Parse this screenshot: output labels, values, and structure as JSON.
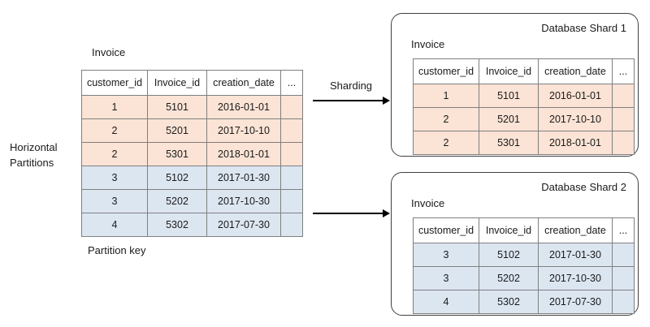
{
  "diagram": {
    "title_left_label": "Horizontal\nPartitions",
    "source": {
      "caption": "Invoice",
      "footer": "Partition key",
      "columns": [
        "customer_id",
        "Invoice_id",
        "creation_date",
        "..."
      ],
      "rows": [
        {
          "customer_id": "1",
          "invoice_id": "5101",
          "creation_date": "2016-01-01",
          "dots": "",
          "color": "peach"
        },
        {
          "customer_id": "2",
          "invoice_id": "5201",
          "creation_date": "2017-10-10",
          "dots": "",
          "color": "peach"
        },
        {
          "customer_id": "2",
          "invoice_id": "5301",
          "creation_date": "2018-01-01",
          "dots": "",
          "color": "peach"
        },
        {
          "customer_id": "3",
          "invoice_id": "5102",
          "creation_date": "2017-01-30",
          "dots": "",
          "color": "blue"
        },
        {
          "customer_id": "3",
          "invoice_id": "5202",
          "creation_date": "2017-10-30",
          "dots": "",
          "color": "blue"
        },
        {
          "customer_id": "4",
          "invoice_id": "5302",
          "creation_date": "2017-07-30",
          "dots": "",
          "color": "blue"
        }
      ]
    },
    "arrow_caption": "Sharding",
    "shards": [
      {
        "title": "Database Shard 1",
        "caption": "Invoice",
        "columns": [
          "customer_id",
          "Invoice_id",
          "creation_date",
          "..."
        ],
        "rows": [
          {
            "customer_id": "1",
            "invoice_id": "5101",
            "creation_date": "2016-01-01",
            "dots": "",
            "color": "peach"
          },
          {
            "customer_id": "2",
            "invoice_id": "5201",
            "creation_date": "2017-10-10",
            "dots": "",
            "color": "peach"
          },
          {
            "customer_id": "2",
            "invoice_id": "5301",
            "creation_date": "2018-01-01",
            "dots": "",
            "color": "peach"
          }
        ]
      },
      {
        "title": "Database Shard 2",
        "caption": "Invoice",
        "columns": [
          "customer_id",
          "Invoice_id",
          "creation_date",
          "..."
        ],
        "rows": [
          {
            "customer_id": "3",
            "invoice_id": "5102",
            "creation_date": "2017-01-30",
            "dots": "",
            "color": "blue"
          },
          {
            "customer_id": "3",
            "invoice_id": "5202",
            "creation_date": "2017-10-30",
            "dots": "",
            "color": "blue"
          },
          {
            "customer_id": "4",
            "invoice_id": "5302",
            "creation_date": "2017-07-30",
            "dots": "",
            "color": "blue"
          }
        ]
      }
    ],
    "colors": {
      "partition_a": "#fbe3d5",
      "partition_b": "#dce6f1",
      "border": "#7f7f7f",
      "panel_border": "#404040",
      "arrow": "#000000"
    }
  }
}
